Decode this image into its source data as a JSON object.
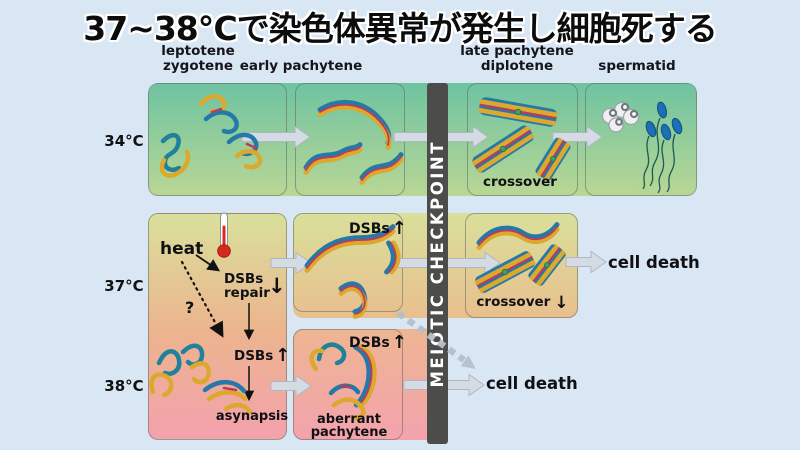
{
  "title": "37~38℃で染色体異常が発生し細胞死する",
  "diagram": {
    "column_headers": [
      {
        "line1": "leptotene",
        "line2": "zygotene"
      },
      {
        "line1": "",
        "line2": "early pachytene"
      },
      {
        "line1": "late pachytene",
        "line2": "diplotene"
      },
      {
        "line1": "",
        "line2": "spermatid"
      }
    ],
    "temperatures": {
      "row34": "34°C",
      "row37": "37°C",
      "row38": "38°C"
    },
    "checkpoint_label": "MEIOTIC CHECKPOINT",
    "labels": {
      "heat": "heat",
      "question_mark": "?",
      "dsbs": "DSBs",
      "repair": "repair",
      "up_arrow": "↑",
      "down_arrow": "↓",
      "asynapsis": "asynapsis",
      "aberrant_line1": "aberrant",
      "aberrant_line2": "pachytene",
      "crossover": "crossover",
      "cell_death": "cell death"
    },
    "colors": {
      "page_background": "#d9e6f4",
      "band_34_top": "#6ec3a1",
      "band_34_bottom": "#b9d795",
      "band_warm_top": "#d9e09b",
      "band_warm_mid": "#ecb48e",
      "band_warm_bottom": "#f3a2ad",
      "checkpoint_bar": "#4c4c4a",
      "checkpoint_text": "#ffffff",
      "chromosome_blue": "#2579a8",
      "chromosome_yellow": "#dca82d",
      "chromosome_red": "#bf3a55",
      "chiasma_green": "#3fa265",
      "sperm_blue": "#1b6fb5",
      "thermometer_red": "#d62a1e",
      "block_arrow": "#d4dbe3",
      "text_black": "#111111"
    }
  }
}
